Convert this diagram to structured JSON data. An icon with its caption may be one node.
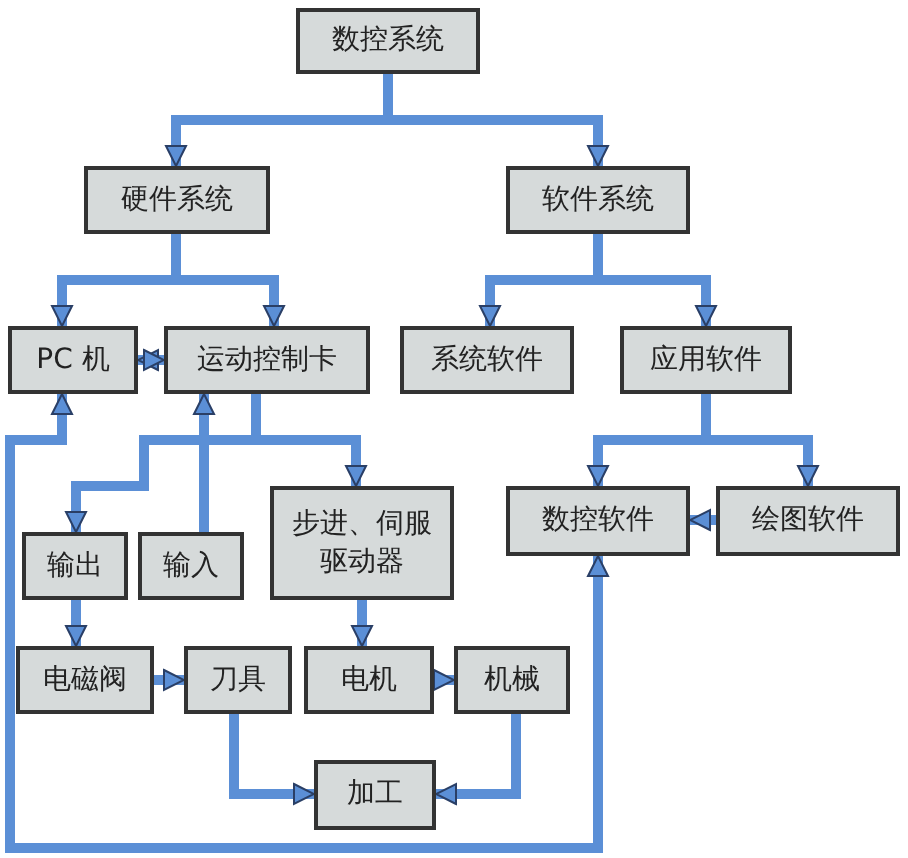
{
  "diagram": {
    "nodes": [
      {
        "text": [
          "数控系统"
        ]
      },
      {
        "text": [
          "硬件系统"
        ]
      },
      {
        "text": [
          "软件系统"
        ]
      },
      {
        "text": [
          "PC 机"
        ]
      },
      {
        "text": [
          "运动控制卡"
        ]
      },
      {
        "text": [
          "系统软件"
        ]
      },
      {
        "text": [
          "应用软件"
        ]
      },
      {
        "text": [
          "输出"
        ]
      },
      {
        "text": [
          "输入"
        ]
      },
      {
        "text": [
          "步进、伺服驱动器"
        ]
      },
      {
        "text": [
          "数控软件"
        ]
      },
      {
        "text": [
          "绘图软件"
        ]
      },
      {
        "text": [
          "电磁阀"
        ]
      },
      {
        "text": [
          "刀具"
        ]
      },
      {
        "text": [
          "电机"
        ]
      },
      {
        "text": [
          "机械"
        ]
      },
      {
        "text": [
          "加工"
        ]
      }
    ],
    "edges": [
      {
        "from": 0,
        "to": 1,
        "arrow": "to"
      },
      {
        "from": 0,
        "to": 2,
        "arrow": "to"
      },
      {
        "from": 1,
        "to": 3,
        "arrow": "to"
      },
      {
        "from": 1,
        "to": 4,
        "arrow": "to"
      },
      {
        "from": 2,
        "to": 5,
        "arrow": "to"
      },
      {
        "from": 2,
        "to": 6,
        "arrow": "to"
      },
      {
        "from": 3,
        "to": 4,
        "arrow": "both"
      },
      {
        "from": 4,
        "to": 7,
        "arrow": "to"
      },
      {
        "from": 4,
        "to": 9,
        "arrow": "to"
      },
      {
        "from": 8,
        "to": 4,
        "arrow": "to"
      },
      {
        "from": 6,
        "to": 10,
        "arrow": "to"
      },
      {
        "from": 6,
        "to": 11,
        "arrow": "to"
      },
      {
        "from": 11,
        "to": 10,
        "arrow": "to"
      },
      {
        "from": 7,
        "to": 12,
        "arrow": "to"
      },
      {
        "from": 12,
        "to": 13,
        "arrow": "to"
      },
      {
        "from": 9,
        "to": 14,
        "arrow": "to"
      },
      {
        "from": 14,
        "to": 15,
        "arrow": "to"
      },
      {
        "from": 13,
        "to": 16,
        "arrow": "to"
      },
      {
        "from": 15,
        "to": 16,
        "arrow": "to"
      },
      {
        "from": 3,
        "to": 10,
        "arrow": "both"
      }
    ]
  }
}
